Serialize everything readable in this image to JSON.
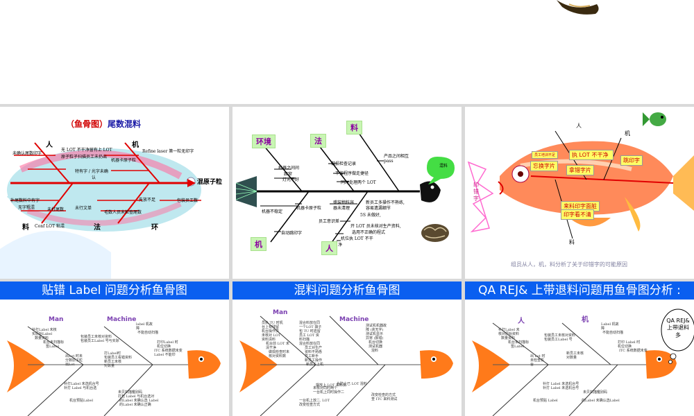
{
  "slides": [
    {
      "id": "s1",
      "title_bracket": "（鱼骨图）",
      "title_rest": "尾数混料",
      "cats": {
        "ren": "人",
        "ji": "机",
        "liao": "料",
        "fa": "法",
        "huan": "环"
      },
      "effect": "混原子粒",
      "causes": [
        "未确认尾数印字",
        "无 LOT 不干净留有上 LOT",
        "原子粒子扫描员工未扔出",
        "Refine laser 第一粒无印字",
        "机器卡原子粒",
        "特有字 / 光字未确",
        "认",
        "补尾数料中有字",
        "无字粗混",
        "未打尾数",
        "未行文单",
        "先放不足",
        "包装员工数",
        "毛数人员未检查尾数",
        "Conf LOT 粘混"
      ]
    },
    {
      "id": "s2",
      "cats": {
        "huanjing": "环境",
        "fa": "法",
        "liao": "料",
        "ji": "机",
        "ren": "人"
      },
      "causes": [
        "机器之间间",
        "距窄",
        "灯光不好",
        "机器不稳定",
        "自动跳印字",
        "做损检查记录",
        "不按程序做走捷径",
        "同时处理两个 LOT",
        "产品之间相互",
        "pass",
        "机器卡原子粒",
        "盛装物料容",
        "器未清理",
        "新员工多操作不熟练,",
        "容易遗漏细节",
        "5S 未做好,",
        "员工意识差",
        "开 LOT 员未核对生产资料,",
        "选用不正确的程式",
        "机位执 LOT 不干",
        "净"
      ],
      "effect": "混料"
    },
    {
      "id": "s3",
      "side": "印错字",
      "cats": {
        "ren": "人",
        "ji": "机",
        "liao": "料"
      },
      "boxes": [
        "员工培训不足",
        "忘换字片",
        "执 LOT 不干净",
        "拿错字片",
        "跳印字",
        "来料印字面脏",
        "印字看不清"
      ],
      "caption": "组员从人，机，料分析了关于印错字的可能原因"
    },
    {
      "id": "s4",
      "banner": "贴错 Label 问题分析鱼骨图",
      "cats": {
        "man": "Man",
        "machine": "Machine"
      },
      "causes": [
        "补打Label 未核",
        "实原始Label",
        "数量资料",
        "机台未扫描标",
        "签Label",
        "包装员工未核对资料",
        "包装员工Label 号与实际",
        "出Lot 时未",
        "分数原子粒",
        "出Lot",
        "打Label时",
        "包装员工看错资料",
        "新员工未核",
        "对数量",
        "label 机故",
        "障",
        "不能自动扫描",
        "打印Label 时",
        "机位切换",
        "ITC 系统数据未变",
        "Label 不能印",
        "补打Label 未选机台号",
        "补打 Label 与机台选",
        "未贝扫描鑑别码",
        "打包 Label 与机台选对",
        "机台预贴Label",
        "的Label 未确认选 Label",
        "的Label 未确认正确"
      ]
    },
    {
      "id": "s5",
      "banner": "混料问题分析鱼骨图",
      "cats": {
        "man": "Man",
        "machine": "Machine"
      },
      "causes": [
        "员执 TU 时机",
        "台上有残留",
        "机台操作员",
        "未核对 LOT",
        "资料清料",
        "机台前 LOT 未",
        "清干净",
        "做损检查时未",
        "核对资料数",
        "混合料放在同",
        "一个LOT 袋子",
        "包 TU 时遗留",
        "员工 LOT 资",
        "料扫描",
        "混合料放在同",
        "员工对生产",
        "资料不熟悉",
        "员工新手",
        "新员工操作",
        "新员工上机",
        "测试机机器故",
        "障 (贪无字)",
        "测试机显示",
        "异常 (报错)",
        "机台切换",
        "测试机器",
        "混料",
        "为防止已 LOT 混料",
        "未核对同时两个",
        "一台机上同时操作二",
        "摆放上 LOT 来料测",
        "一台机上放二, LOT",
        "改变检查方式",
        "改变检查的方式",
        "查 ITC 来料测试"
      ]
    },
    {
      "id": "s6",
      "banner": "QA REJ& 上带退料问题用鱼骨图分析 :",
      "bubble": "QA REJ& 上带退料多",
      "cats": {
        "ren": "人",
        "ji": "机"
      },
      "causes": [
        "补打Label 未",
        "核对原始资料",
        "数量资料",
        "机台未扫描标",
        "签Label",
        "包装员工未核对资料",
        "包装员工Label 号",
        "出 Lot 时",
        "未检查机",
        "台",
        "新员工未核",
        "对数量",
        "Label 机故",
        "障",
        "不能自动扫描",
        "打印 Label 时",
        "机位切换",
        "ITC 系统数据未变",
        "补打 Label 未选机台号",
        "补打 Label 未选机台号",
        "未贝扫描鑑别码",
        "机台预贴 Label",
        "的Label 未确认选Label"
      ]
    }
  ]
}
